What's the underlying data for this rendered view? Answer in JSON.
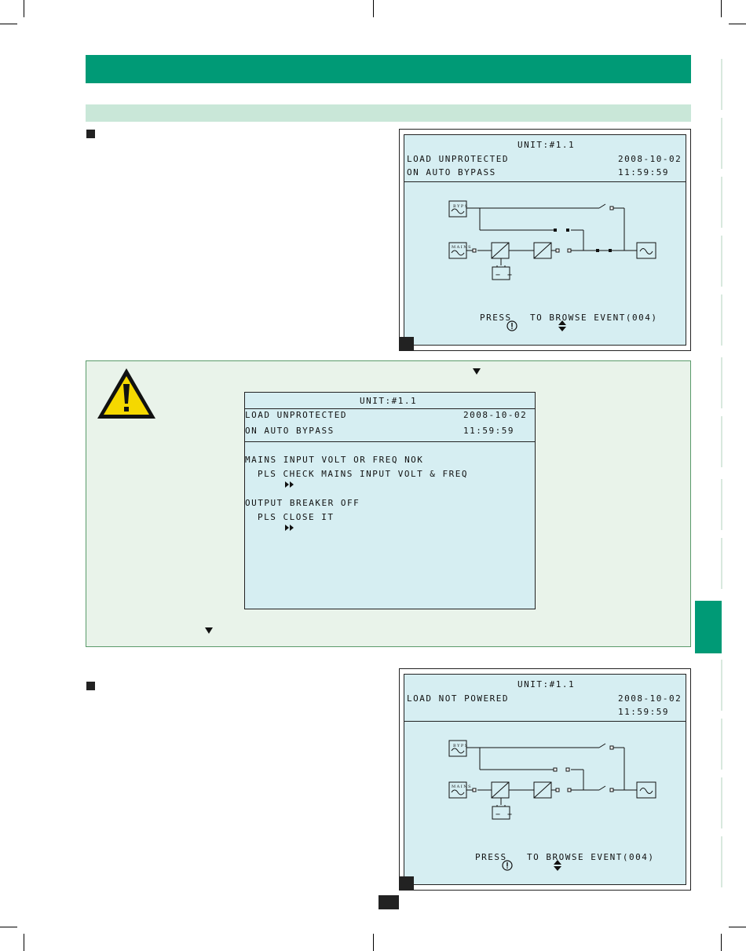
{
  "lcd_top": {
    "unit": "UNIT:#1.1",
    "status_line1": "LOAD UNPROTECTED",
    "status_line2": "ON AUTO BYPASS",
    "date": "2008-10-02",
    "time": "11:59:59",
    "bypass_label": "BYPS",
    "mains_label": "MAINS",
    "footer_press": "PRESS",
    "footer_browse": "TO BROWSE EVENT(004)"
  },
  "lcd_warning": {
    "unit": "UNIT:#1.1",
    "status_line1": "LOAD UNPROTECTED",
    "status_line2": "ON AUTO BYPASS",
    "date": "2008-10-02",
    "time": "11:59:59",
    "event1_title": "MAINS INPUT VOLT OR FREQ NOK",
    "event1_action": "PLS CHECK MAINS INPUT VOLT & FREQ",
    "event2_title": "OUTPUT BREAKER OFF",
    "event2_action": "PLS CLOSE IT"
  },
  "lcd_bottom": {
    "unit": "UNIT:#1.1",
    "status_line1": "LOAD NOT POWERED",
    "date": "2008-10-02",
    "time": "11:59:59",
    "bypass_label": "BYPS",
    "mains_label": "MAINS",
    "footer_press": "PRESS",
    "footer_browse": "TO BROWSE EVENT(004)"
  },
  "colors": {
    "brand_green": "#009a76",
    "light_green": "#c9e7d8",
    "lcd_background": "#d6eef2",
    "warning_yellow": "#f5d800"
  },
  "icons": {
    "warning": "warning-triangle-icon",
    "down_arrow": "down-triangle-icon",
    "up_down": "up-down-arrow-icon",
    "alert": "exclamation-circle-icon"
  }
}
